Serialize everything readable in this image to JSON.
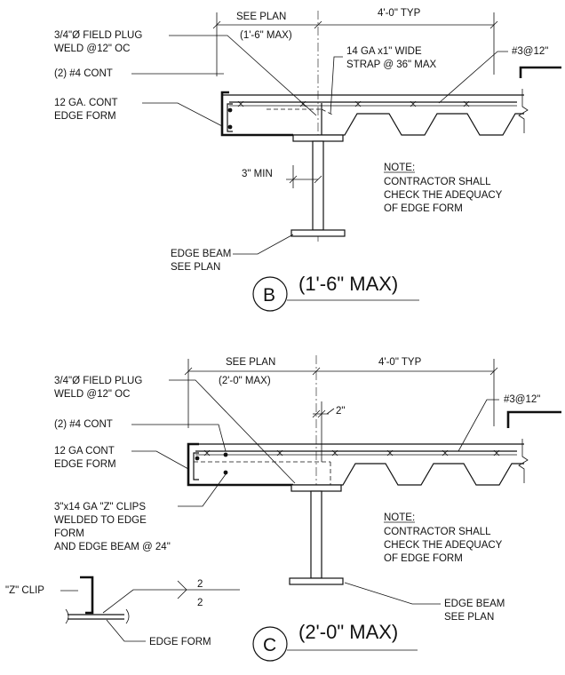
{
  "detail_b": {
    "dim_see_plan": "SEE PLAN",
    "dim_max": "(1'-6\" MAX)",
    "dim_typ": "4'-0\" TYP",
    "field_plug_1": "3/4\"Ø FIELD PLUG",
    "field_plug_2": "WELD @12\" OC",
    "strap_1": "14 GA x1\" WIDE",
    "strap_2": "STRAP @ 36\" MAX",
    "rebar_top": "#3@12\"",
    "cont_bars": "(2) #4 CONT",
    "edge_form_1": "12 GA. CONT",
    "edge_form_2": "EDGE FORM",
    "min_dim": "3\" MIN",
    "note_title": "NOTE:",
    "note_1": "CONTRACTOR SHALL",
    "note_2": "CHECK THE ADEQUACY",
    "note_3": "OF EDGE FORM",
    "beam_1": "EDGE BEAM",
    "beam_2": "SEE PLAN",
    "letter": "B",
    "title": "(1'-6\" MAX)"
  },
  "detail_c": {
    "dim_see_plan": "SEE PLAN",
    "dim_max": "(2'-0\" MAX)",
    "dim_typ": "4'-0\" TYP",
    "field_plug_1": "3/4\"Ø FIELD PLUG",
    "field_plug_2": "WELD @12\" OC",
    "dim_2in": "2\"",
    "rebar_top": "#3@12\"",
    "cont_bars": "(2) #4 CONT",
    "edge_form_1": "12 GA CONT",
    "edge_form_2": "EDGE FORM",
    "zclip_1": "3\"x14 GA \"Z\" CLIPS",
    "zclip_2": "WELDED TO EDGE",
    "zclip_3": "FORM",
    "zclip_4": "AND EDGE BEAM @ 24\"",
    "note_title": "NOTE:",
    "note_1": "CONTRACTOR SHALL",
    "note_2": "CHECK THE ADEQUACY",
    "note_3": "OF EDGE FORM",
    "beam_1": "EDGE BEAM",
    "beam_2": "SEE PLAN",
    "letter": "C",
    "title": "(2'-0\" MAX)"
  },
  "zclip_detail": {
    "label": "\"Z\" CLIP",
    "weld_top": "2",
    "weld_bottom": "2",
    "edge_form": "EDGE FORM"
  }
}
